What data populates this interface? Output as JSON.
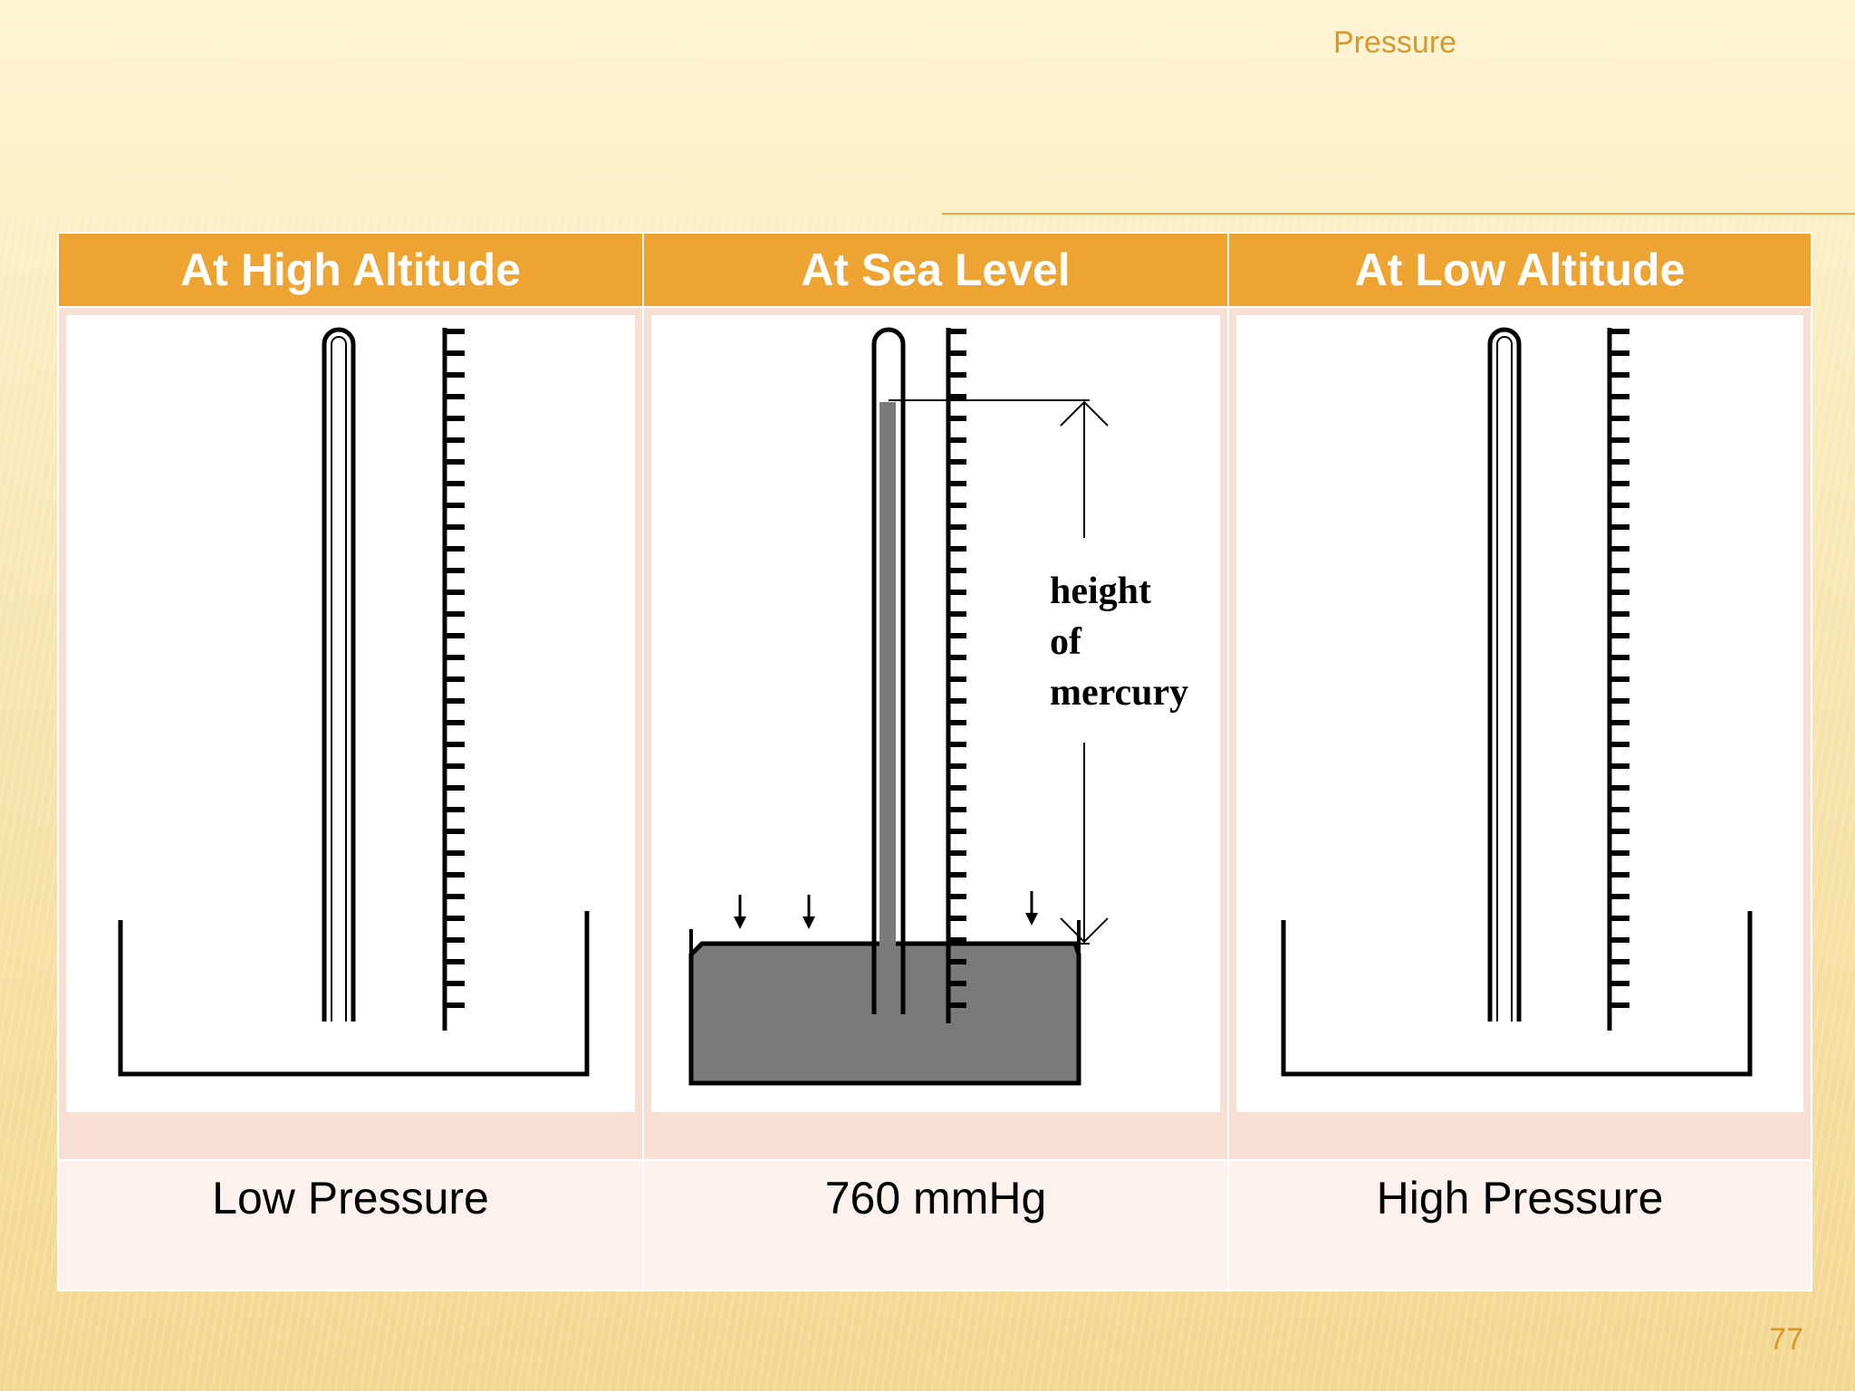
{
  "slide": {
    "title": "Pressure",
    "page_number": "77"
  },
  "table": {
    "columns": [
      {
        "header": "At High Altitude",
        "label": "Low Pressure"
      },
      {
        "header": "At Sea Level",
        "label": "760 mmHg"
      },
      {
        "header": "At Low Altitude",
        "label": "High Pressure"
      }
    ]
  },
  "sea_level_diagram": {
    "annotation_lines": [
      "height",
      "of",
      "mercury"
    ]
  },
  "colors": {
    "header_fill": "#eda432",
    "accent_text": "#d59a2e",
    "mercury": "#7a7a7a"
  }
}
